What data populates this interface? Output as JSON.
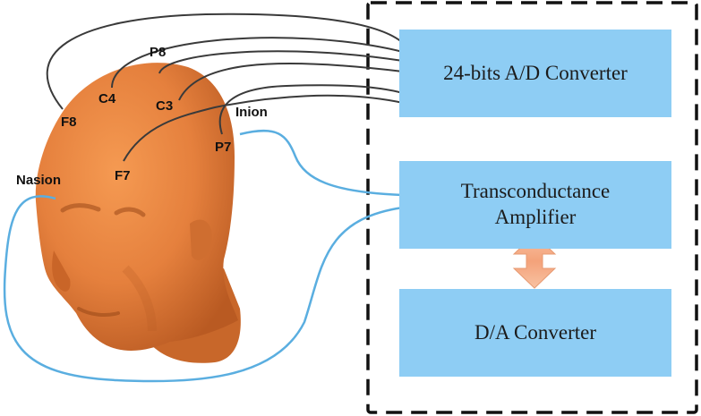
{
  "electrodes": {
    "p8": "P8",
    "c4": "C4",
    "c3": "C3",
    "f8": "F8",
    "inion": "Inion",
    "p7": "P7",
    "f7": "F7",
    "nasion": "Nasion"
  },
  "blocks": {
    "adc": "24-bits A/D Converter",
    "amp_line1": "Transconductance",
    "amp_line2": "Amplifier",
    "dac": "D/A Converter"
  },
  "colors": {
    "head": "#e8833f",
    "head_shadow": "#b85a22",
    "block_fill": "#8ecdf4",
    "electrode_wire": "#3a3a3a",
    "current_wire": "#5aaee0",
    "arrow": "#f5b690",
    "dashed_frame": "#111111"
  },
  "icons": {
    "head": "head-model-icon",
    "arrow": "double-arrow-icon"
  }
}
